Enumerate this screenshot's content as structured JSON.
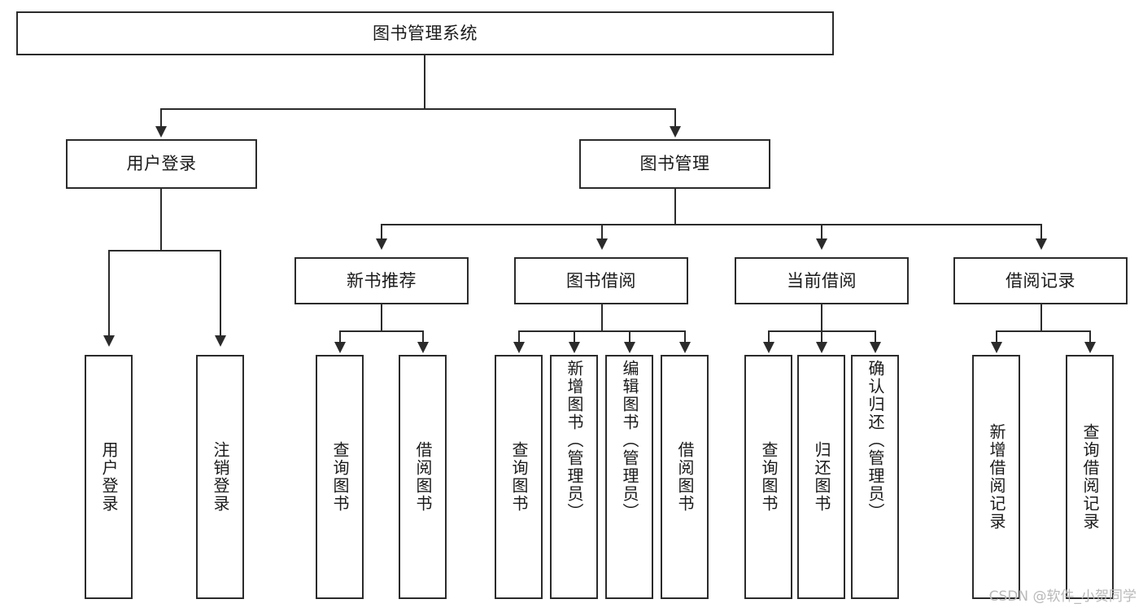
{
  "diagram": {
    "title": "图书管理系统",
    "watermark": "CSDN @软件_小贺同学",
    "root": {
      "label": "图书管理系统"
    },
    "level2": [
      {
        "label": "用户登录"
      },
      {
        "label": "图书管理"
      }
    ],
    "level3": [
      {
        "label": "新书推荐"
      },
      {
        "label": "图书借阅"
      },
      {
        "label": "当前借阅"
      },
      {
        "label": "借阅记录"
      }
    ],
    "leaves": {
      "user_login": [
        {
          "label": "用户登录"
        },
        {
          "label": "注销登录"
        }
      ],
      "new_book": [
        {
          "label": "查询图书"
        },
        {
          "label": "借阅图书"
        }
      ],
      "book_borrow": [
        {
          "label": "查询图书"
        },
        {
          "label": "新增图书（管理员）"
        },
        {
          "label": "编辑图书（管理员）"
        },
        {
          "label": "借阅图书"
        }
      ],
      "current_borrow": [
        {
          "label": "查询图书"
        },
        {
          "label": "归还图书"
        },
        {
          "label": "确认归还（管理员）"
        }
      ],
      "borrow_record": [
        {
          "label": "新增借阅记录"
        },
        {
          "label": "查询借阅记录"
        }
      ]
    },
    "colors": {
      "stroke": "#2b2b2b",
      "fill": "#ffffff",
      "text": "#1a1a1a",
      "watermark": "#b9b9b9"
    }
  }
}
